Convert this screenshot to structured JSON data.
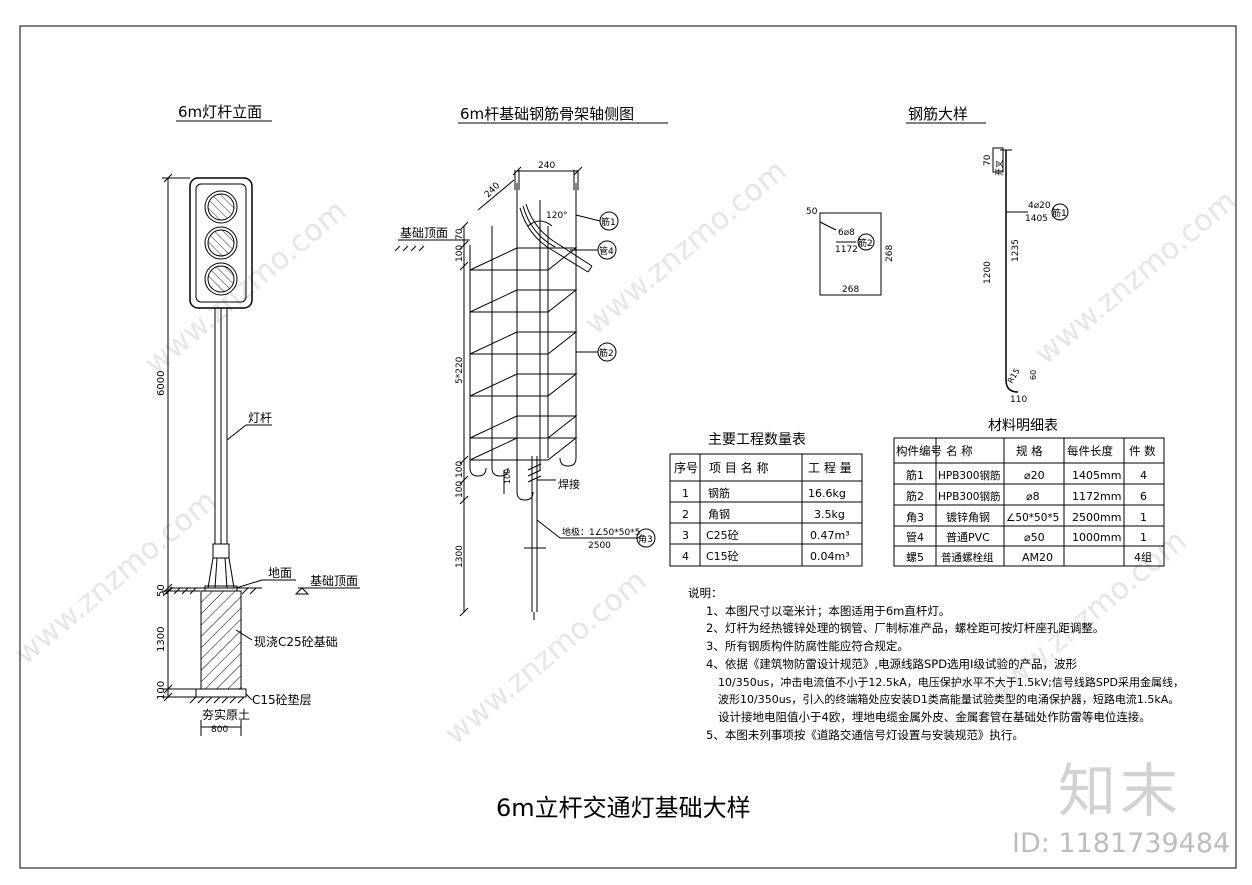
{
  "titles": {
    "pole_elevation": "6m灯杆立面",
    "cage_axonometric": "6m杆基础钢筋骨架轴侧图",
    "rebar_detail": "钢筋大样",
    "main_title": "6m立杆交通灯基础大样"
  },
  "pole": {
    "label_pole": "灯杆",
    "label_ground": "地面",
    "label_foundation_top": "基础顶面",
    "label_concrete": "现浇C25砼基础",
    "label_cushion": "C15砼垫层",
    "label_soil": "夯实原土",
    "dim_6000": "6000",
    "dim_50": "50",
    "dim_1300": "1300",
    "dim_100": "100",
    "dim_800": "800"
  },
  "cage": {
    "dim_240_top": "240",
    "dim_240_side": "240",
    "label_foundation_top": "基础顶面",
    "dim_70": "70",
    "dim_100a": "100",
    "dim_spacing": "5*220",
    "dim_100b": "100",
    "dim_100c": "100",
    "dim_1300": "1300",
    "angle": "120°",
    "tag_rebar1": "筋1",
    "tag_pipe4": "管4",
    "tag_rebar2": "筋2",
    "tag_angle3": "角3",
    "label_weld": "焊接",
    "label_ground_rod": "地极：1∠50*50*5",
    "dim_2500": "2500"
  },
  "detail": {
    "stirrup_dim_50": "50",
    "stirrup_spec": "6⌀8",
    "stirrup_len": "1172",
    "stirrup_tag": "筋2",
    "stirrup_side": "268",
    "stirrup_bottom": "268",
    "bar_dim_70": "70",
    "bar_open": "开叉",
    "bar_spec": "4⌀20",
    "bar_len": "1405",
    "bar_tag": "筋1",
    "bar_dim_1235": "1235",
    "bar_dim_1200": "1200",
    "bar_dim_60": "60",
    "bar_dim_110": "110",
    "bar_radius": "R15"
  },
  "qty_table": {
    "title": "主要工程数量表",
    "headers": [
      "序号",
      "项 目 名 称",
      "工 程 量"
    ],
    "rows": [
      [
        "1",
        "钢筋",
        "16.6kg"
      ],
      [
        "2",
        "角钢",
        "3.5kg"
      ],
      [
        "3",
        "C25砼",
        "0.47m³"
      ],
      [
        "4",
        "C15砼",
        "0.04m³"
      ]
    ]
  },
  "mat_table": {
    "title": "材料明细表",
    "headers": [
      "构件编号",
      "名 称",
      "规 格",
      "每件长度",
      "件 数"
    ],
    "rows": [
      [
        "筋1",
        "HPB300钢筋",
        "⌀20",
        "1405mm",
        "4"
      ],
      [
        "筋2",
        "HPB300钢筋",
        "⌀8",
        "1172mm",
        "6"
      ],
      [
        "角3",
        "镀锌角钢",
        "∠50*50*5",
        "2500mm",
        "1"
      ],
      [
        "管4",
        "普通PVC",
        "⌀50",
        "1000mm",
        "1"
      ],
      [
        "螺5",
        "普通螺栓组",
        "AM20",
        "",
        "4组"
      ]
    ]
  },
  "notes": {
    "heading": "说明：",
    "lines": [
      "1、本图尺寸以毫米计；本图适用于6m直杆灯。",
      "2、灯杆为经热镀锌处理的钢管、厂制标准产品，螺栓距可按灯杆座孔距调整。",
      "3、所有钢质构件防腐性能应符合规定。",
      "4、依据《建筑物防雷设计规范》,电源线路SPD选用I级试验的产品，波形",
      "10/350us，冲击电流值不小于12.5kA，电压保护水平不大于1.5kV;信号线路SPD采用金属线，",
      "波形10/350us，引入的终端箱处应安装D1类高能量试验类型的电涌保护器，短路电流1.5kA。",
      "设计接地电阻值小于4欧，埋地电缆金属外皮、金属套管在基础处作防雷等电位连接。",
      "5、本图未列事项按《道路交通信号灯设置与安装规范》执行。"
    ]
  },
  "watermark": {
    "brand_cn": "知末",
    "site": "www.znzmo.com",
    "id_text": "ID: 1181739484"
  }
}
